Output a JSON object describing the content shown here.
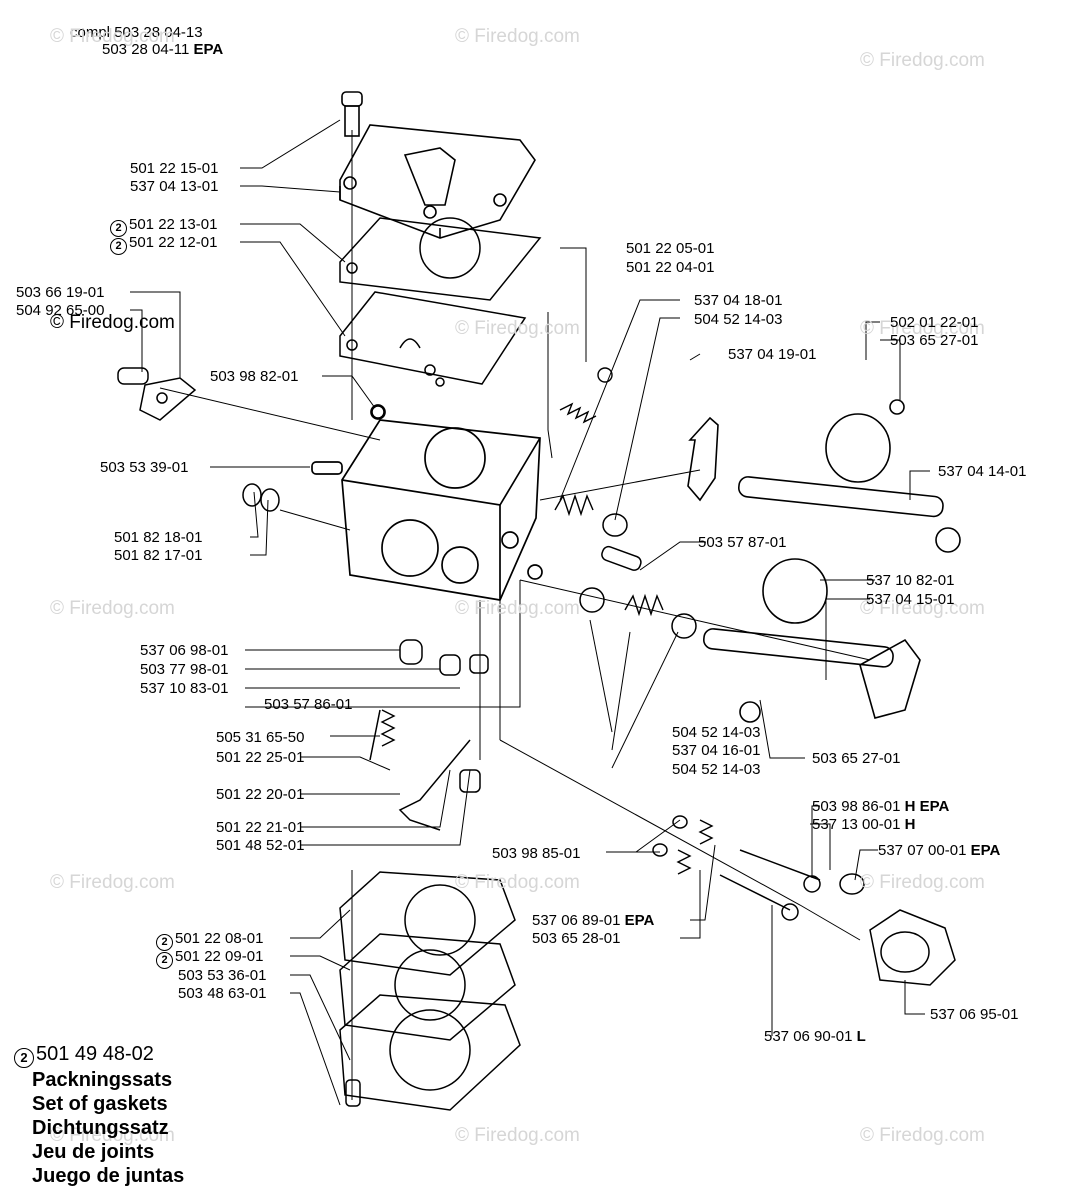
{
  "header": {
    "compl_prefix": "compl",
    "compl_number": "503 28 04-13",
    "alt_number": "503 28 04-11",
    "alt_suffix": "EPA"
  },
  "watermark": "© Firedog.com",
  "labels": [
    {
      "n": "501 22 15-01"
    },
    {
      "n": "537 04 13-01"
    },
    {
      "n": "501 22 13-01",
      "c": "2"
    },
    {
      "n": "501 22 12-01",
      "c": "2"
    },
    {
      "n": "501 22 05-01"
    },
    {
      "n": "501 22 04-01"
    },
    {
      "n": "503 66 19-01"
    },
    {
      "n": "504 92 65-00"
    },
    {
      "n": "537 04 18-01"
    },
    {
      "n": "504 52 14-03"
    },
    {
      "n": "502 01 22-01"
    },
    {
      "n": "503 65 27-01"
    },
    {
      "n": "537 04 19-01"
    },
    {
      "n": "503 98 82-01"
    },
    {
      "n": "503 53 39-01"
    },
    {
      "n": "537 04 14-01"
    },
    {
      "n": "501 82 18-01"
    },
    {
      "n": "501 82 17-01"
    },
    {
      "n": "503 57 87-01"
    },
    {
      "n": "537 10 82-01"
    },
    {
      "n": "537 04 15-01"
    },
    {
      "n": "537 06 98-01"
    },
    {
      "n": "503 77 98-01"
    },
    {
      "n": "537 10 83-01"
    },
    {
      "n": "503 57 86-01"
    },
    {
      "n": "505 31 65-50"
    },
    {
      "n": "504 52 14-03"
    },
    {
      "n": "501 22 25-01"
    },
    {
      "n": "537 04 16-01"
    },
    {
      "n": "504 52 14-03"
    },
    {
      "n": "503 65 27-01"
    },
    {
      "n": "501 22 20-01"
    },
    {
      "n": "503 98 86-01",
      "s": "H EPA"
    },
    {
      "n": "501 22 21-01"
    },
    {
      "n": "537 13 00-01",
      "s": "H"
    },
    {
      "n": "501 48 52-01"
    },
    {
      "n": "503 98 85-01"
    },
    {
      "n": "537 07 00-01",
      "s": "EPA"
    },
    {
      "n": "537 06 89-01",
      "s": "EPA"
    },
    {
      "n": "503 65 28-01"
    },
    {
      "n": "501 22 08-01",
      "c": "2"
    },
    {
      "n": "501 22 09-01",
      "c": "2"
    },
    {
      "n": "503 53 36-01"
    },
    {
      "n": "503 48 63-01"
    },
    {
      "n": "537 06 95-01"
    },
    {
      "n": "537 06 90-01",
      "s": "L"
    }
  ],
  "kit": {
    "circle": "2",
    "number": "501 49 48-02",
    "names": [
      "Packningssats",
      "Set of gaskets",
      "Dichtungssatz",
      "Jeu de joints",
      "Juego de juntas"
    ]
  }
}
